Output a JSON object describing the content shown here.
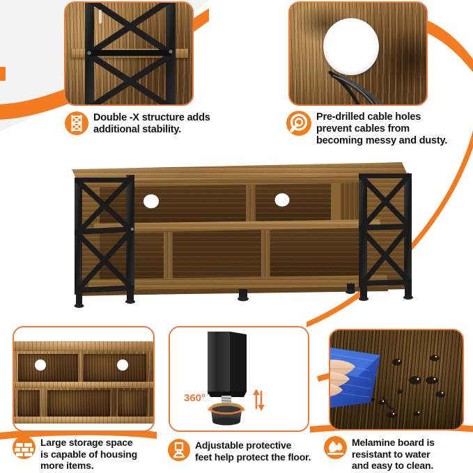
{
  "page": {
    "type": "product-feature-infographic",
    "product": "rustic-brown-industrial-tv-stand",
    "background_color": "#ffffff",
    "accent_color": "#F07D1E",
    "accent_border_color": "#E8793A",
    "text_color": "#121212",
    "wood_color": "#8a6233",
    "metal_color": "#232323"
  },
  "features": [
    {
      "id": "double-x",
      "icon": "double-x-frame-icon",
      "caption_line1": " Double -X structure adds",
      "caption_line2": "additional stability.",
      "panel": "close-up of black double-X metal side frame over rustic wood shelving"
    },
    {
      "id": "cable-holes",
      "icon": "cable-hole-ring-icon",
      "caption_line1": "Pre-drilled cable holes",
      "caption_line2": "prevent cables from",
      "caption_line3": "becoming messy and dusty.",
      "panel": "close-up of round pre-drilled cable hole in wood panel with cables threaded through"
    },
    {
      "id": "storage",
      "icon": "brick-storage-icon",
      "caption_line1": "Large storage space",
      "caption_line2": "is capable of housing",
      "caption_line3": "more items.",
      "panel": "front view of open storage compartments with two cable holes"
    },
    {
      "id": "feet",
      "icon": "adjustable-foot-icon",
      "caption_line1": "Adjustable protective",
      "caption_line2": "feet help protect the floor.",
      "panel": "close-up of black square leg with threaded adjustable levelling foot",
      "rotation_label": "360°"
    },
    {
      "id": "melamine",
      "icon": "water-droplet-icon",
      "caption_line1": "Melamine board is",
      "caption_line2": "resistant to water",
      "caption_line3": "and easy to clean.",
      "panel": "blue microfiber cloth held by a hand wiping water droplets off a dark wood surface"
    }
  ],
  "hero": {
    "name": "tv-stand-hero-photo",
    "description": "Three-quarter view of rustic brown TV stand with black double-X metal end frames, open top shelf with two cable holes, three lower compartments and black adjustable feet",
    "cable_hole_count": 2,
    "leg_count": 4
  }
}
